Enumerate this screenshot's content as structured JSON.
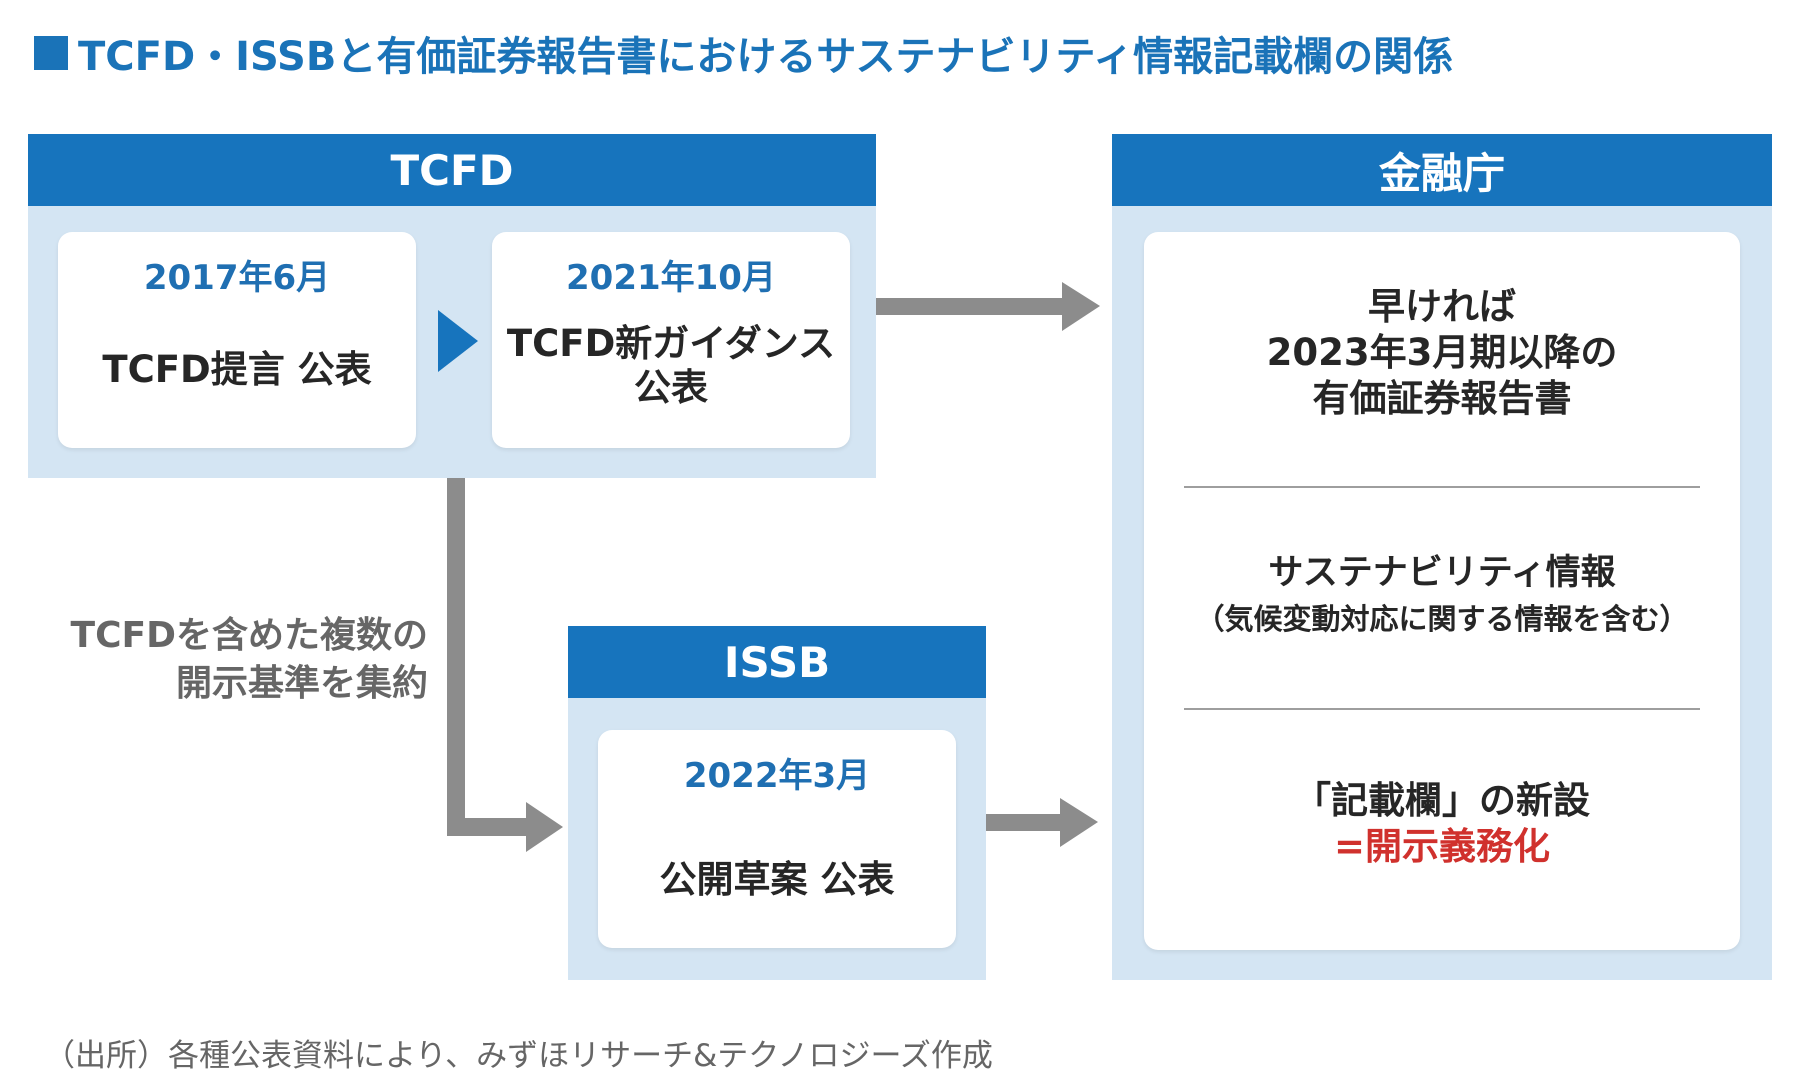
{
  "title": "TCFD・ISSBと有価証券報告書におけるサステナビリティ情報記載欄の関係",
  "tcfd": {
    "header": "TCFD",
    "events": [
      {
        "date": "2017年6月",
        "text": "TCFD提言 公表"
      },
      {
        "date": "2021年10月",
        "text_line1": "TCFD新ガイダンス",
        "text_line2": "公表"
      }
    ]
  },
  "issb": {
    "header": "ISSB",
    "event": {
      "date": "2022年3月",
      "text": "公開草案 公表"
    }
  },
  "side_label": {
    "line1": "TCFDを含めた複数の",
    "line2": "開示基準を集約"
  },
  "fsa": {
    "header": "金融庁",
    "block1": {
      "line1": "早ければ",
      "line2": "2023年3月期以降の",
      "line3": "有価証券報告書"
    },
    "block2": {
      "line1": "サステナビリティ情報",
      "line2": "（気候変動対応に関する情報を含む）"
    },
    "block3": {
      "line1": "「記載欄」の新設",
      "line2": "=開示義務化"
    }
  },
  "source": "（出所）各種公表資料により、みずほリサーチ&テクノロジーズ作成",
  "colors": {
    "header_blue": "#1774bd",
    "panel_light_blue": "#d4e5f3",
    "arrow_gray": "#8c8c8c",
    "emphasis_red": "#d0312d",
    "date_blue": "#1f6fb2"
  }
}
